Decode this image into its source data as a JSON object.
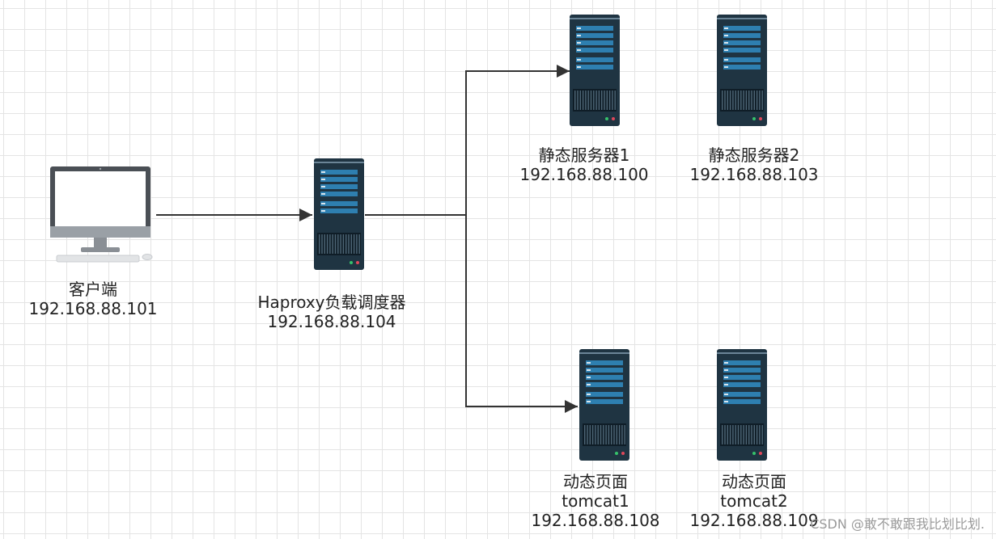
{
  "nodes": {
    "client": {
      "name": "客户端",
      "ip": "192.168.88.101"
    },
    "haproxy": {
      "name": "Haproxy负载调度器",
      "ip": "192.168.88.104"
    },
    "static1": {
      "name": "静态服务器1",
      "ip": "192.168.88.100"
    },
    "static2": {
      "name": "静态服务器2",
      "ip": "192.168.88.103"
    },
    "tomcat1": {
      "name": "动态页面",
      "host": "tomcat1",
      "ip": "192.168.88.108"
    },
    "tomcat2": {
      "name": "动态页面",
      "host": "tomcat2",
      "ip": "192.168.88.109"
    }
  },
  "watermark": "CSDN @敢不敢跟我比划比划.",
  "colors": {
    "server_body": "#1f3442",
    "server_slot": "#2e7fb0",
    "monitor_frame": "#4a4f55",
    "connector": "#333333",
    "grid": "#e4e4e4"
  }
}
